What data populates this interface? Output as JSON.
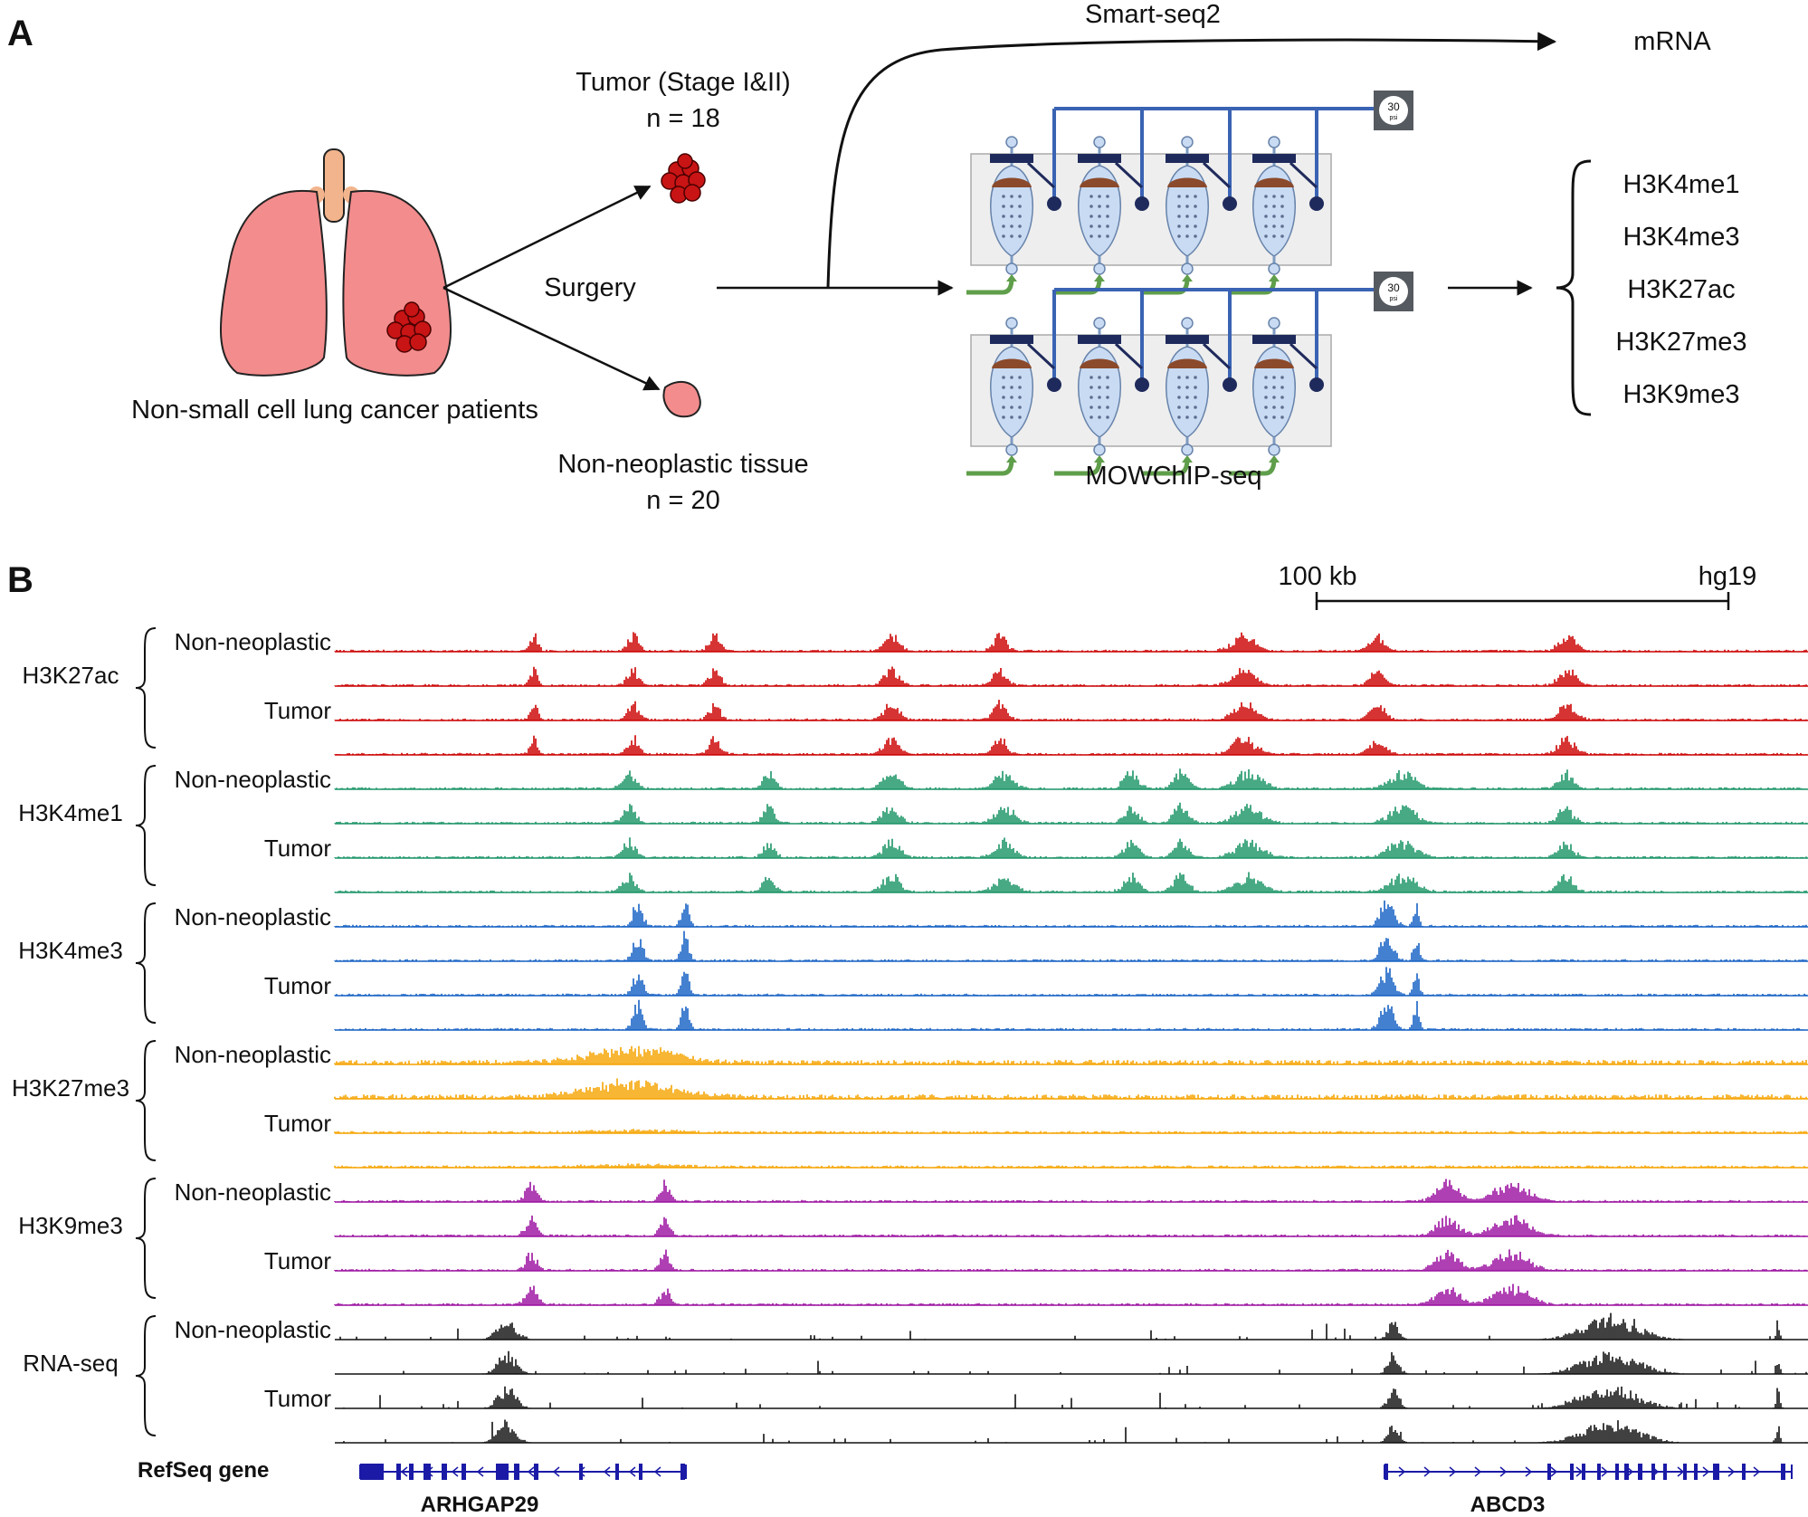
{
  "panel_a": {
    "letter": "A",
    "patients_label": "Non-small cell lung cancer patients",
    "tumor_title": "Tumor (Stage I&II)",
    "tumor_n": "n = 18",
    "normal_title": "Non-neoplastic tissue",
    "normal_n": "n = 20",
    "surgery": "Surgery",
    "smartseq": "Smart-seq2",
    "mrna": "mRNA",
    "mowchip": "MOWChIP-seq",
    "pressure_value": "30",
    "pressure_unit": "psi",
    "marks": [
      "H3K4me1",
      "H3K4me3",
      "H3K27ac",
      "H3K27me3",
      "H3K9me3"
    ],
    "colors": {
      "lung": "#f38c8d",
      "trachea": "#f2b48c",
      "tumor": "#c81414",
      "tubing": "#3a63b3",
      "valve": "#1f2a5c",
      "chamber": "#c9dbf3",
      "bead": "#8b4a2b",
      "inlet": "#5f9e4a",
      "chip_bg": "#eeeeee",
      "gauge": "#555a60"
    }
  },
  "panel_b": {
    "letter": "B",
    "scale_label": "100 kb",
    "genome": "hg19",
    "refseq_label": "RefSeq gene",
    "groups": [
      {
        "name": "H3K27ac",
        "color": "#cc0000",
        "labels": [
          "Non-neoplastic",
          "",
          "Tumor",
          ""
        ]
      },
      {
        "name": "H3K4me1",
        "color": "#1a9466",
        "labels": [
          "Non-neoplastic",
          "",
          "Tumor",
          ""
        ]
      },
      {
        "name": "H3K4me3",
        "color": "#1560c4",
        "labels": [
          "Non-neoplastic",
          "",
          "Tumor",
          ""
        ]
      },
      {
        "name": "H3K27me3",
        "color": "#f5a300",
        "labels": [
          "Non-neoplastic",
          "",
          "Tumor",
          ""
        ]
      },
      {
        "name": "H3K9me3",
        "color": "#9b10a0",
        "labels": [
          "Non-neoplastic",
          "",
          "Tumor",
          ""
        ]
      },
      {
        "name": "RNA-seq",
        "color": "#111111",
        "labels": [
          "Non-neoplastic",
          "",
          "Tumor",
          ""
        ]
      }
    ],
    "genes": [
      {
        "name": "ARHGAP29",
        "strand": "-",
        "color": "#1a1aa6"
      },
      {
        "name": "ABCD3",
        "strand": "+",
        "color": "#1a1aa6"
      }
    ]
  }
}
